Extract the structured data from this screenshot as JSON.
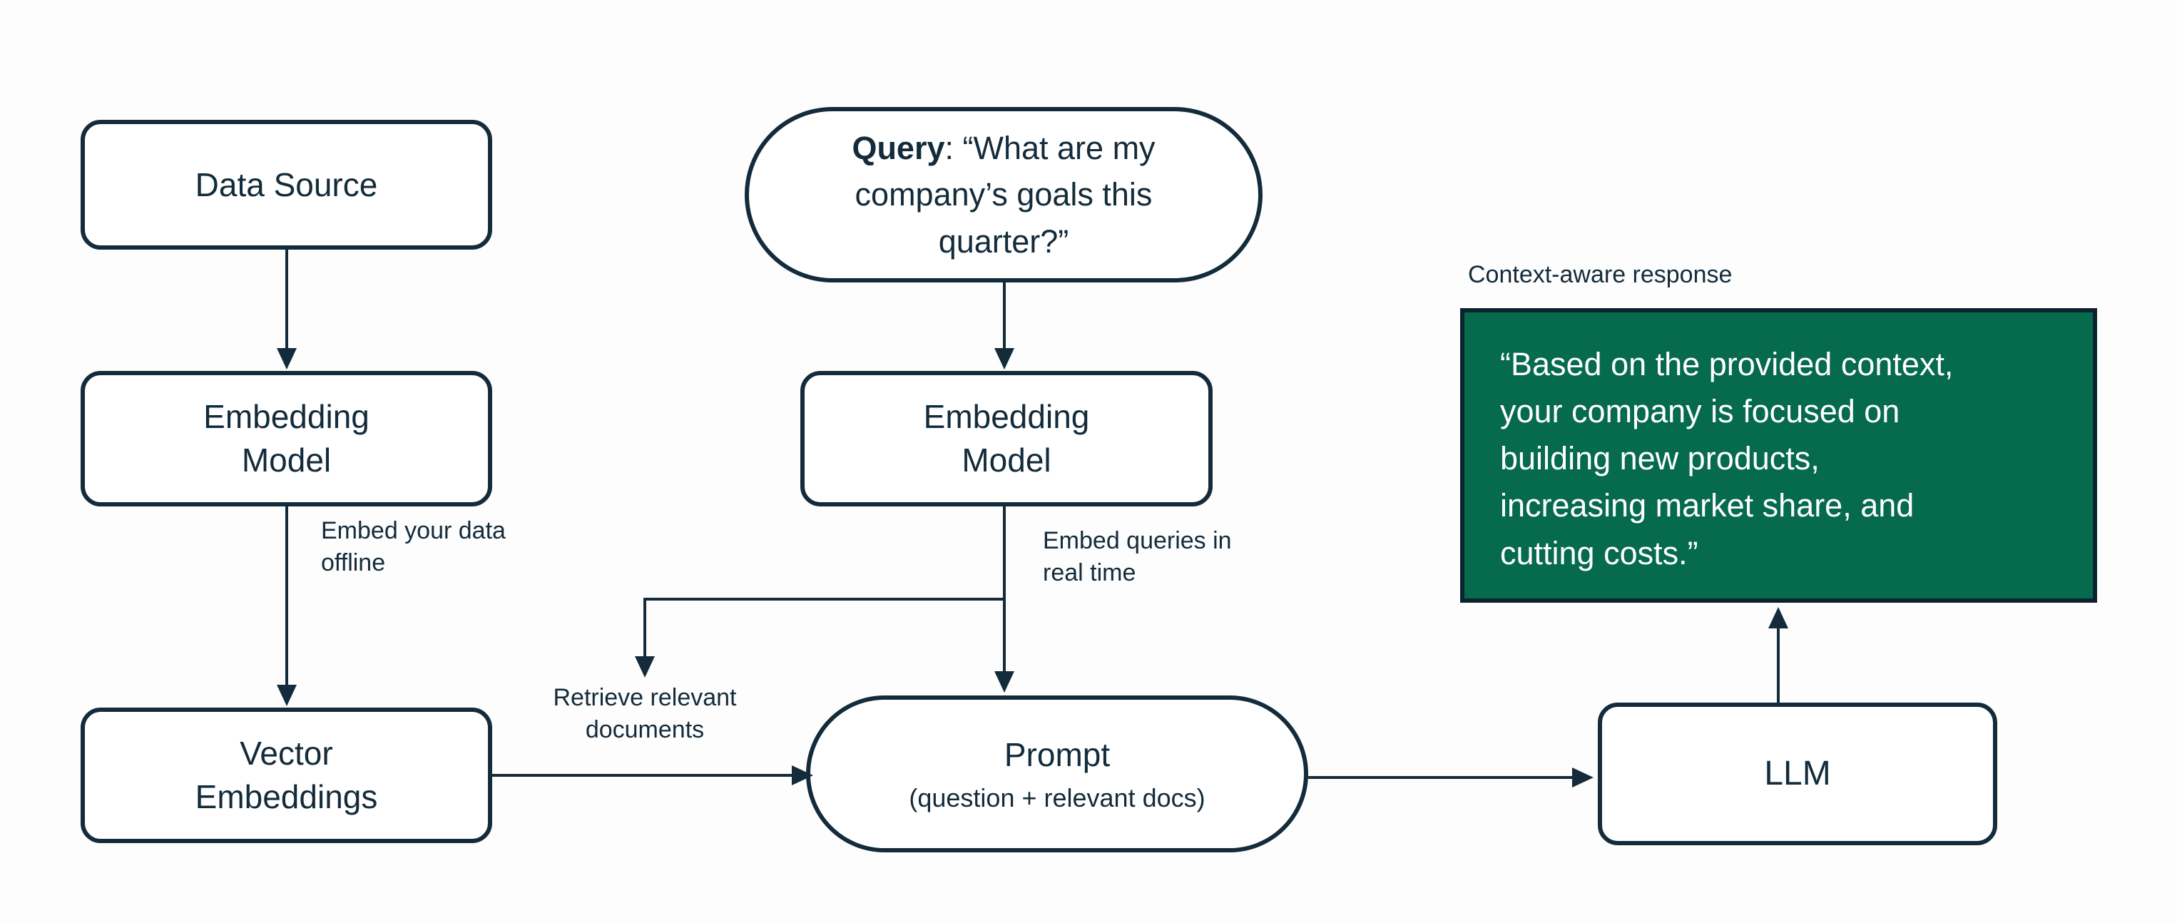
{
  "diagram": {
    "title_hint": "RAG flow diagram",
    "colors": {
      "background": "#fdfdfd",
      "stroke": "#132b3a",
      "text": "#132b3a",
      "response_fill": "#066a4c",
      "response_border": "#0d2231",
      "response_text": "#ffffff"
    },
    "nodes": {
      "data_source": {
        "label": "Data Source"
      },
      "embedding_model_left": {
        "line1": "Embedding",
        "line2": "Model"
      },
      "vector_embeddings": {
        "line1": "Vector",
        "line2": "Embeddings"
      },
      "query": {
        "bold": "Query",
        "line1_rest": ": “What are my",
        "line2": "company’s goals this",
        "line3": "quarter?”"
      },
      "embedding_model_right": {
        "line1": "Embedding",
        "line2": "Model"
      },
      "prompt": {
        "title": "Prompt",
        "subtitle": "(question + relevant docs)"
      },
      "llm": {
        "label": "LLM"
      },
      "response": {
        "caption": "Context-aware response",
        "lines": [
          "“Based on the provided context,",
          "your company is focused on",
          "building new products,",
          "increasing market share, and",
          "cutting costs.”"
        ]
      }
    },
    "edge_labels": {
      "embed_offline": {
        "line1": "Embed your data",
        "line2": "offline"
      },
      "embed_realtime": {
        "line1": "Embed queries in",
        "line2": "real time"
      },
      "retrieve": {
        "line1": "Retrieve relevant",
        "line2": "documents"
      }
    }
  }
}
